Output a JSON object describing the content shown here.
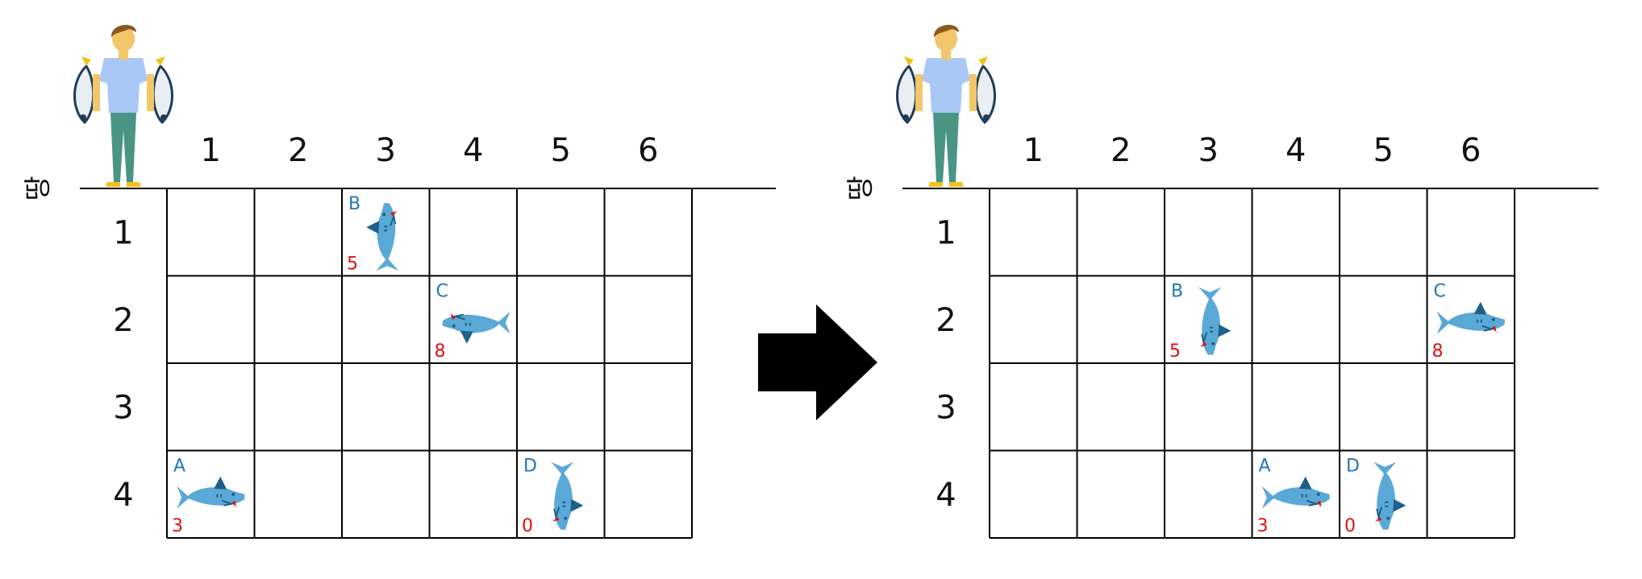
{
  "land_label": "땅",
  "columns": [
    "1",
    "2",
    "3",
    "4",
    "5",
    "6"
  ],
  "rows": [
    "1",
    "2",
    "3",
    "4"
  ],
  "colors": {
    "shark_body": "#5aa8d6",
    "shark_fin": "#1f5f8b",
    "shark_id": "#1f77b4",
    "shark_size": "#e01010",
    "arrow": "#000000"
  },
  "panels": [
    {
      "name": "before",
      "sharks": [
        {
          "id": "B",
          "size": "5",
          "row": 1,
          "col": 3,
          "facing": "up"
        },
        {
          "id": "C",
          "size": "8",
          "row": 2,
          "col": 4,
          "facing": "left"
        },
        {
          "id": "A",
          "size": "3",
          "row": 4,
          "col": 1,
          "facing": "right"
        },
        {
          "id": "D",
          "size": "0",
          "row": 4,
          "col": 5,
          "facing": "down"
        }
      ]
    },
    {
      "name": "after",
      "sharks": [
        {
          "id": "B",
          "size": "5",
          "row": 2,
          "col": 3,
          "facing": "down"
        },
        {
          "id": "C",
          "size": "8",
          "row": 2,
          "col": 6,
          "facing": "right"
        },
        {
          "id": "A",
          "size": "3",
          "row": 4,
          "col": 4,
          "facing": "right"
        },
        {
          "id": "D",
          "size": "0",
          "row": 4,
          "col": 5,
          "facing": "down"
        }
      ]
    }
  ]
}
